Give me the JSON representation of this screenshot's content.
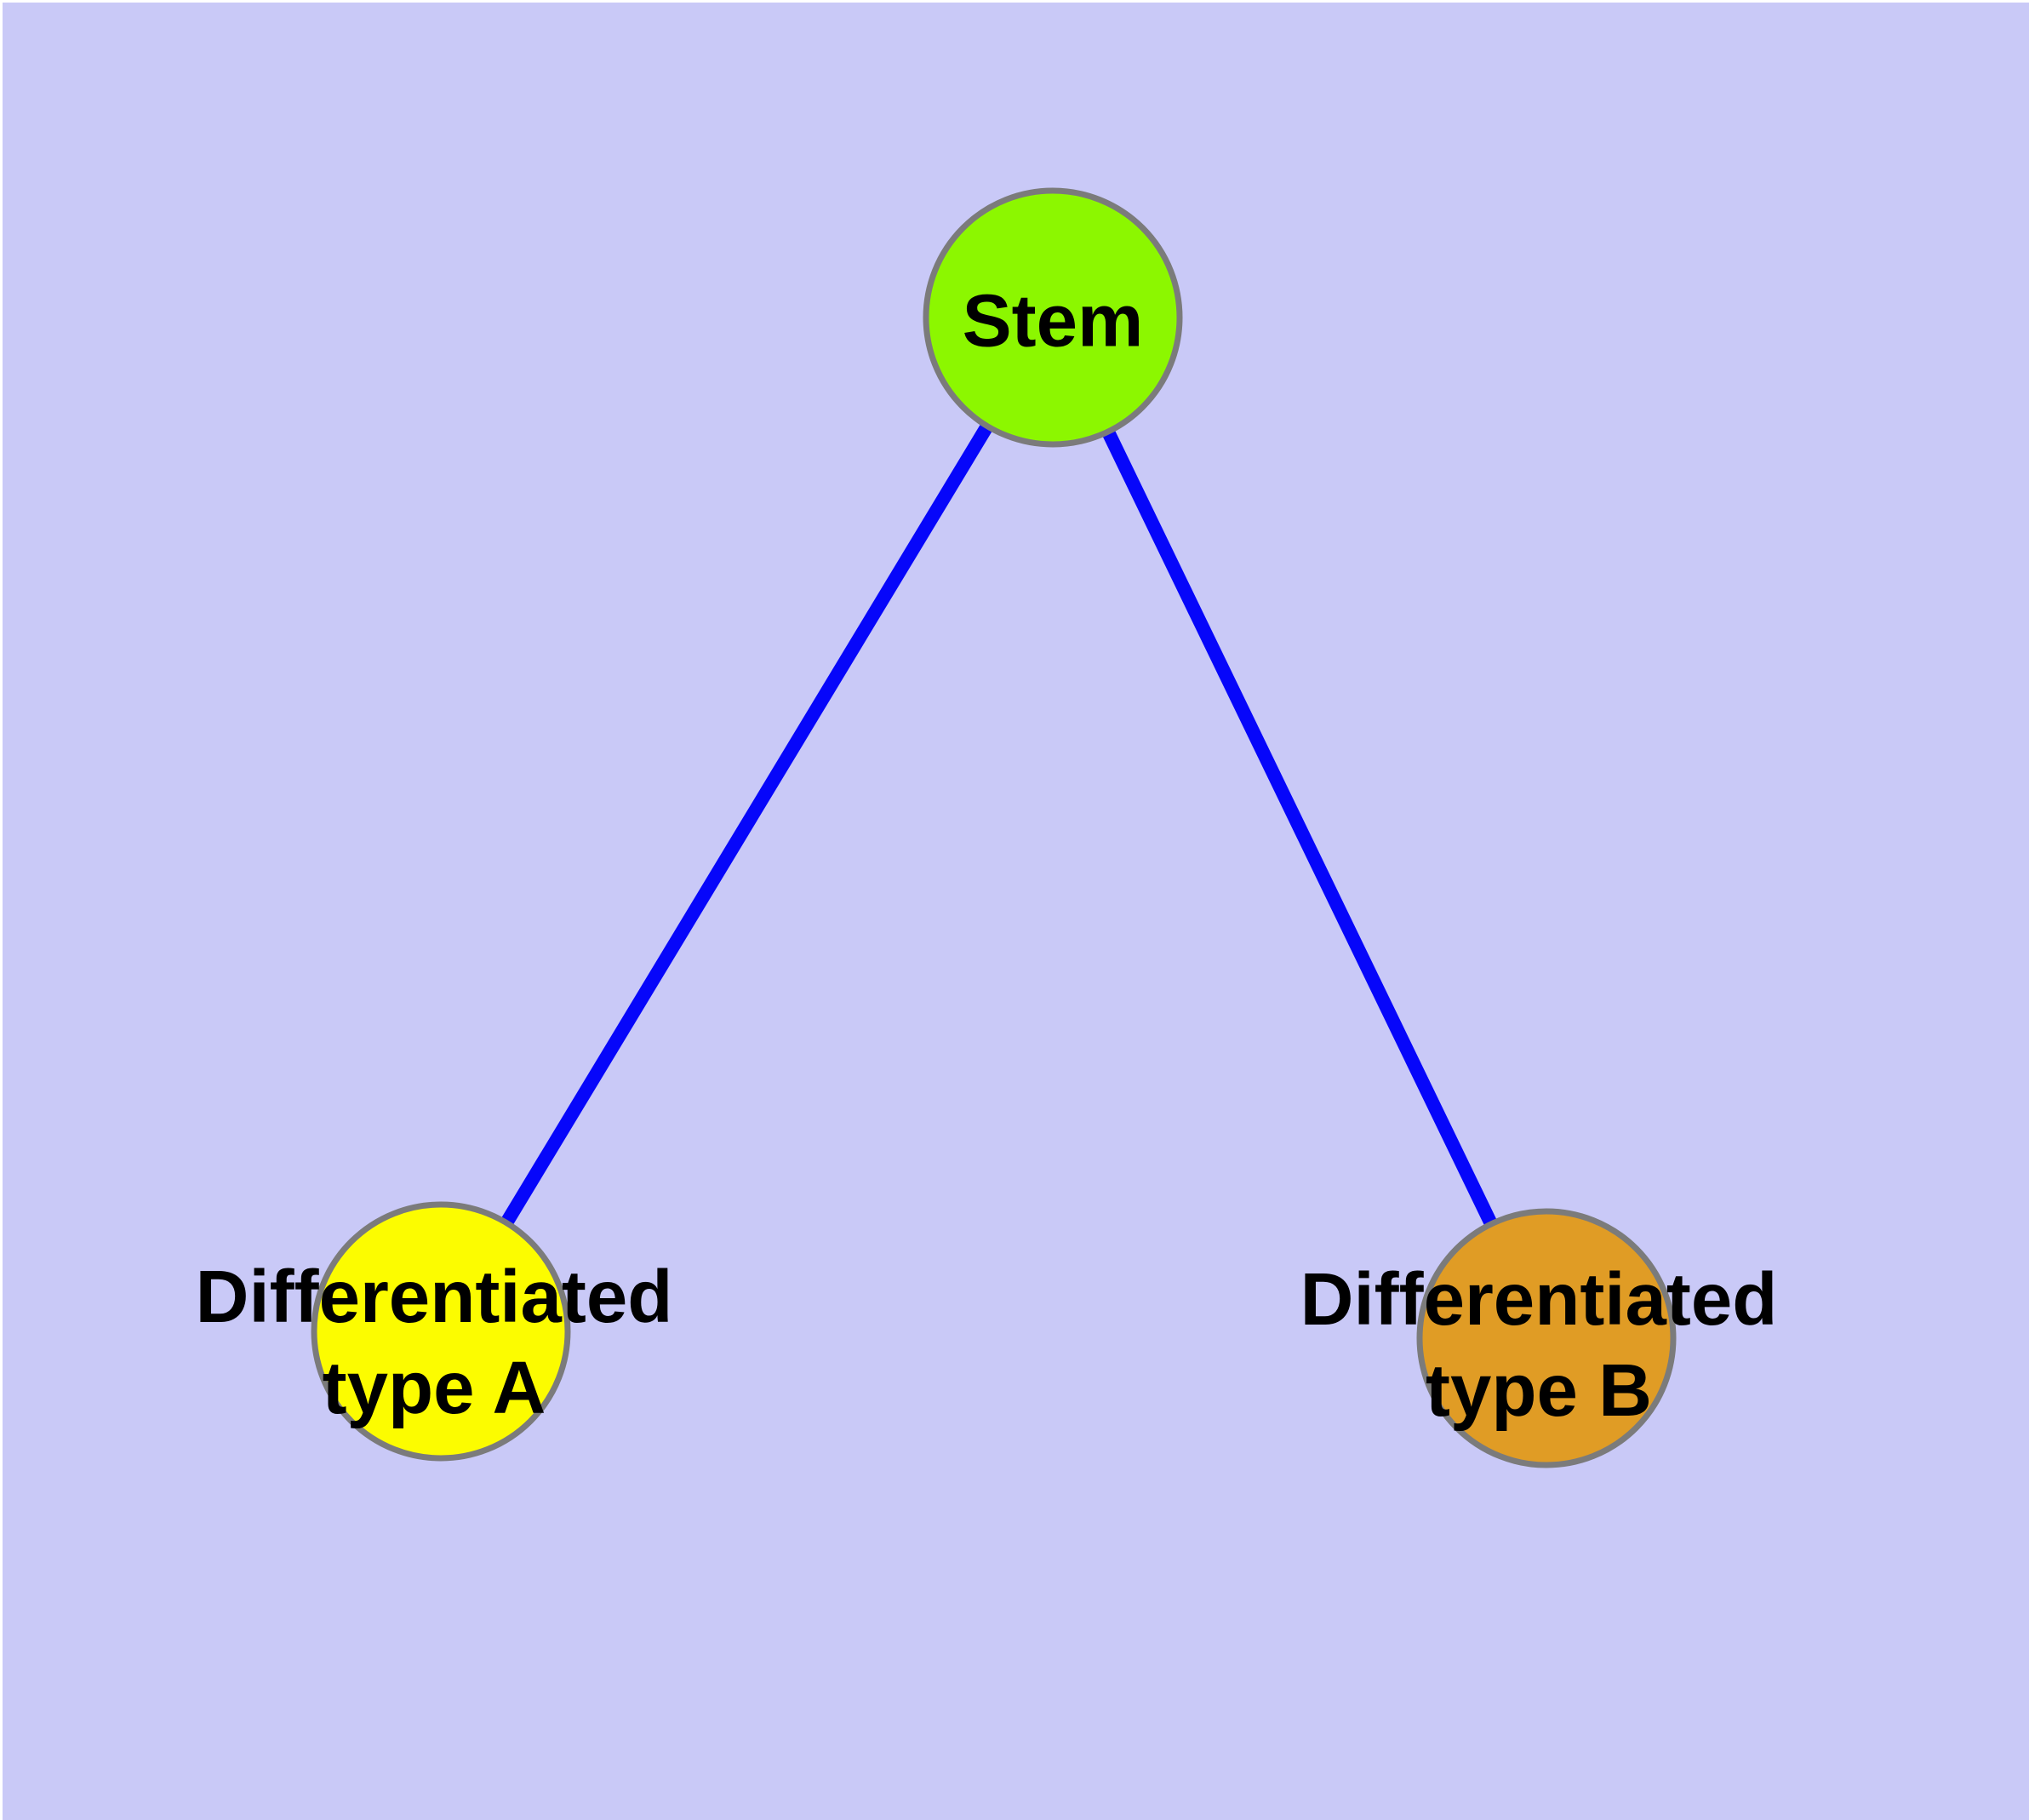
{
  "diagram": {
    "background_color": "#C9C9F7",
    "frame_color": "#FFFFFF",
    "edge_color": "#0606FA",
    "node_border_color": "#7B7B7B",
    "text_color": "#000000",
    "nodes": {
      "stem": {
        "label": "Stem",
        "fill_color": "#8CF700"
      },
      "type_a": {
        "label_line1": "Differentiated",
        "label_line2": "type A",
        "fill_color": "#FCFC00"
      },
      "type_b": {
        "label_line1": "Differentiated",
        "label_line2": "type B",
        "fill_color": "#E09C25"
      }
    },
    "edges": [
      {
        "from": "Stem",
        "to": "Differentiated type A"
      },
      {
        "from": "Stem",
        "to": "Differentiated type B"
      }
    ]
  }
}
